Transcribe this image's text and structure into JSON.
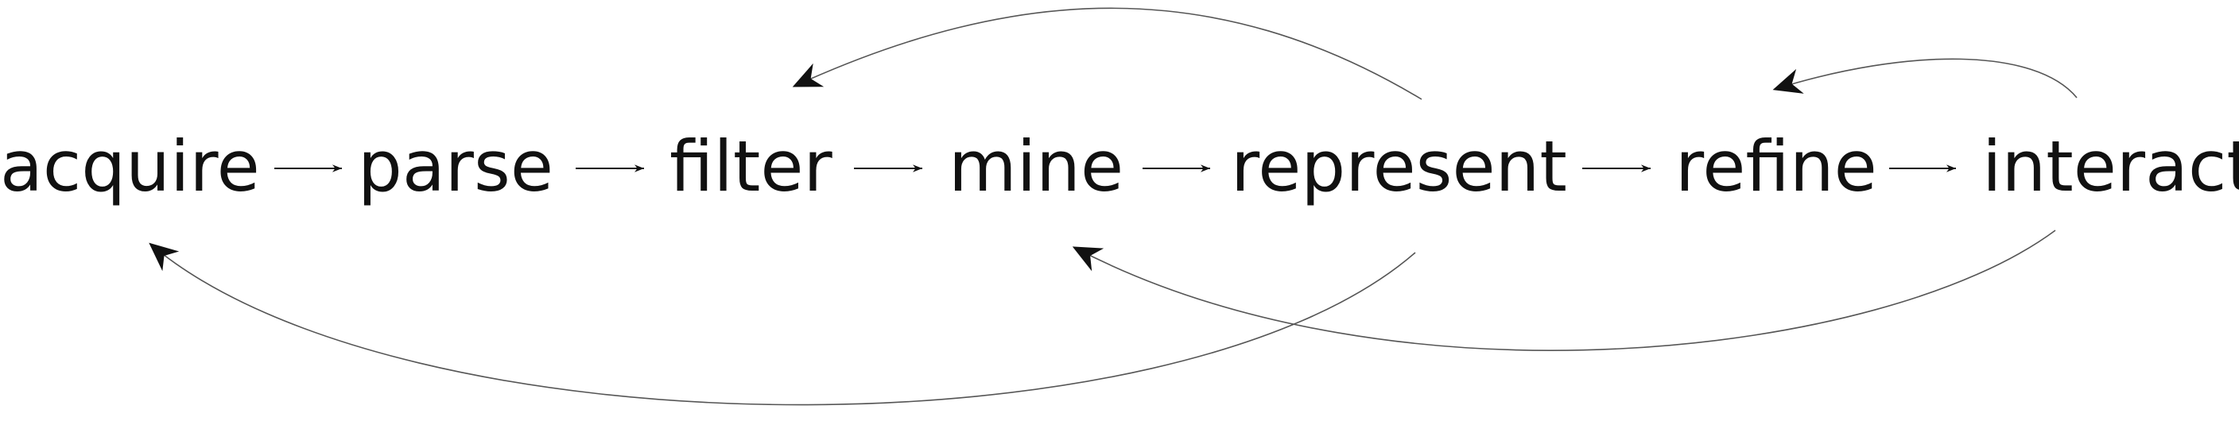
{
  "stages": [
    {
      "id": "acquire",
      "label": "acquire"
    },
    {
      "id": "parse",
      "label": "parse"
    },
    {
      "id": "filter",
      "label": "filter"
    },
    {
      "id": "mine",
      "label": "mine"
    },
    {
      "id": "represent",
      "label": "represent"
    },
    {
      "id": "refine",
      "label": "refine"
    },
    {
      "id": "interact",
      "label": "interact"
    }
  ],
  "flow": [
    {
      "from": "acquire",
      "to": "parse"
    },
    {
      "from": "parse",
      "to": "filter"
    },
    {
      "from": "filter",
      "to": "mine"
    },
    {
      "from": "mine",
      "to": "represent"
    },
    {
      "from": "represent",
      "to": "refine"
    },
    {
      "from": "refine",
      "to": "interact"
    }
  ],
  "feedback": [
    {
      "from": "represent",
      "to": "filter"
    },
    {
      "from": "interact",
      "to": "refine"
    },
    {
      "from": "represent",
      "to": "acquire"
    },
    {
      "from": "interact",
      "to": "mine"
    }
  ]
}
